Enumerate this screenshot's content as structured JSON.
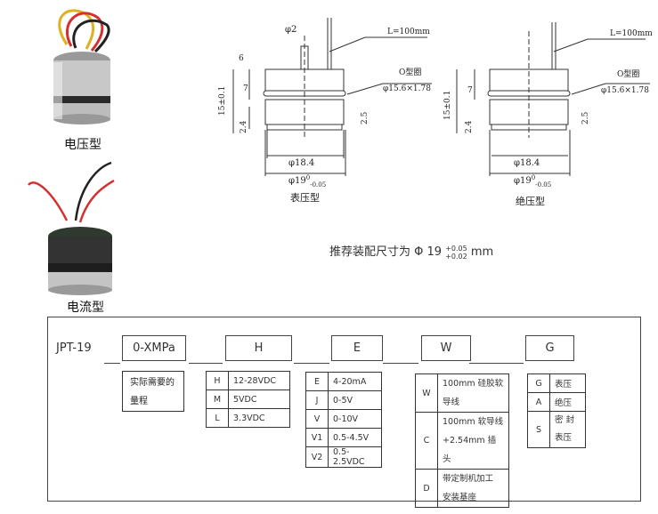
{
  "products": [
    {
      "label": "电压型",
      "icon": "voltage-sensor-photo"
    },
    {
      "label": "电流型",
      "icon": "current-sensor-photo"
    }
  ],
  "drawings": [
    {
      "title": "表压型",
      "cable": "L=100mm",
      "pin_dia": "φ2",
      "pin_height": "6",
      "oring_label": "O型圈",
      "oring_size": "φ15.6×1.78",
      "height": "15±0.1",
      "dim_7": "7",
      "dim_24": "2.4",
      "dim_25": "2.5",
      "dia_184": "φ18.4",
      "dia_19": "φ19",
      "dia_19_tol_upper": "0",
      "dia_19_tol_lower": "-0.05"
    },
    {
      "title": "绝压型",
      "cable": "L=100mm",
      "oring_label": "O型圈",
      "oring_size": "φ15.6×1.78",
      "height": "15±0.1",
      "dim_7": "7",
      "dim_24": "2.4",
      "dim_25": "2.5",
      "dia_184": "φ18.4",
      "dia_19": "φ19",
      "dia_19_tol_upper": "0",
      "dia_19_tol_lower": "-0.05"
    }
  ],
  "mounting_note": {
    "text": "推荐装配尺寸为 Φ 19",
    "upper": "+0.05",
    "lower": "+0.02",
    "unit": "mm"
  },
  "ordering": {
    "prefix": "JPT-19",
    "codes": [
      "0-XMPa",
      "H",
      "E",
      "W",
      "G"
    ],
    "range_desc": [
      "实际需要的",
      "量程"
    ],
    "supply": [
      [
        "H",
        "12-28VDC"
      ],
      [
        "M",
        "5VDC"
      ],
      [
        "L",
        "3.3VDC"
      ]
    ],
    "output": [
      [
        "E",
        "4-20mA"
      ],
      [
        "J",
        "0-5V"
      ],
      [
        "V",
        "0-10V"
      ],
      [
        "V1",
        "0.5-4.5V"
      ],
      [
        "V2",
        "0.5-2.5VDC"
      ]
    ],
    "connection": [
      [
        "W",
        "100mm 硅胶软",
        "导线"
      ],
      [
        "C",
        "100mm 软导线",
        "+2.54mm 插头"
      ],
      [
        "D",
        "带定制机加工",
        "安装基座"
      ]
    ],
    "pressure_type": [
      [
        "G",
        "表压"
      ],
      [
        "A",
        "绝压"
      ],
      [
        "S",
        "密 封",
        "表压"
      ]
    ]
  }
}
